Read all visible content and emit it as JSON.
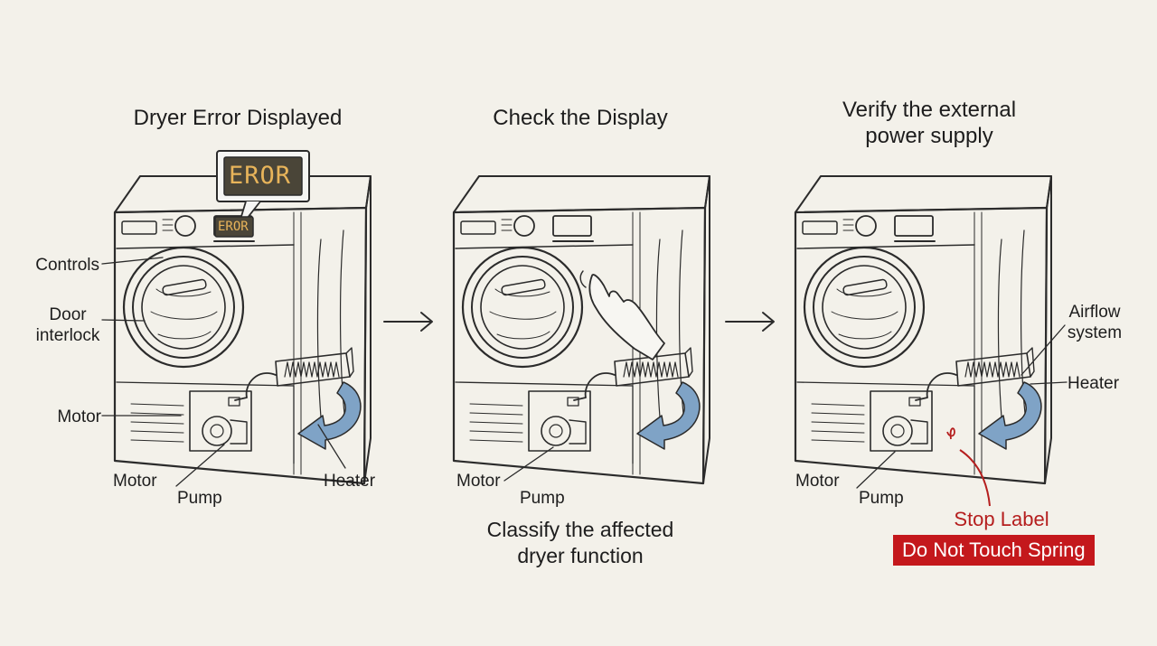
{
  "panels": [
    {
      "title": "Dryer Error Displayed",
      "callout_text": "EROR",
      "display_text": "EROR",
      "labels": {
        "controls": "Controls",
        "door_interlock": "Door\ninterlock",
        "motor_left": "Motor",
        "motor": "Motor",
        "pump": "Pump",
        "heater": "Heater"
      }
    },
    {
      "title": "Check the Display",
      "labels": {
        "motor": "Motor",
        "pump": "Pump"
      },
      "caption": "Classify the affected\ndryer function"
    },
    {
      "title": "Verify the external\npower supply",
      "labels": {
        "airflow": "Airflow\nsystem",
        "heater": "Heater",
        "motor": "Motor",
        "pump": "Pump"
      },
      "stop_label": "Stop Label",
      "warning": "Do Not Touch Spring"
    }
  ],
  "colors": {
    "background": "#f3f1ea",
    "ink": "#2b2b2b",
    "heater": "#e9c48b",
    "airflow_arrow": "#7fa3c6",
    "warning_red": "#c4181c"
  },
  "icons": [
    "dryer-illustration",
    "lcd-display",
    "hand-icon",
    "arrow-icon",
    "heater-element",
    "motor-pump",
    "airflow-arrow"
  ]
}
